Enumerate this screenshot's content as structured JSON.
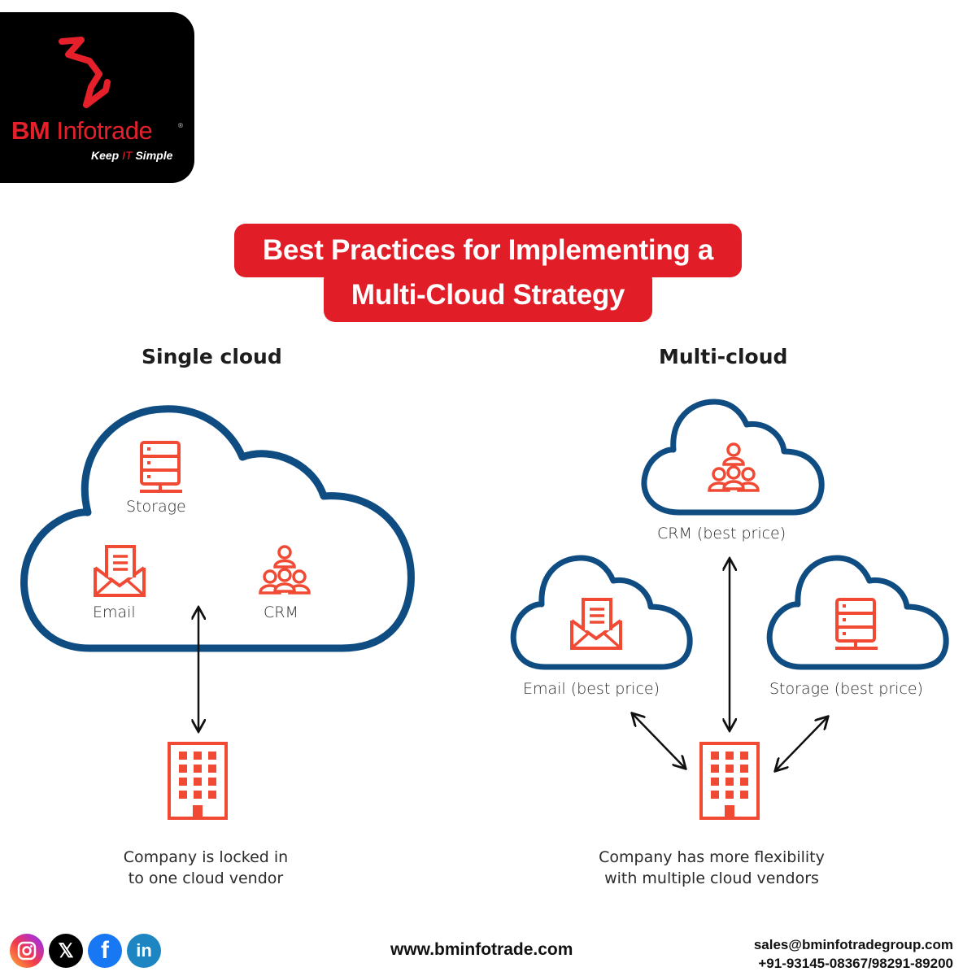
{
  "brand": {
    "name_bold": "BM",
    "name_rest": " Infotrade",
    "registered": "®",
    "tagline_pre": "Keep ",
    "tagline_it": "IT",
    "tagline_post": " Simple",
    "accent_color": "#e5202a"
  },
  "title": {
    "line1": "Best Practices for Implementing a",
    "line2": "Multi-Cloud Strategy",
    "background": "#e11d27"
  },
  "single_cloud": {
    "heading": "Single cloud",
    "services": [
      {
        "label": "Storage",
        "icon": "server-icon"
      },
      {
        "label": "Email",
        "icon": "email-icon"
      },
      {
        "label": "CRM",
        "icon": "people-icon"
      }
    ],
    "caption_line1": "Company is locked in",
    "caption_line2": "to one cloud vendor"
  },
  "multi_cloud": {
    "heading": "Multi-cloud",
    "clouds": [
      {
        "label": "CRM (best price)",
        "icon": "people-icon"
      },
      {
        "label": "Email (best price)",
        "icon": "email-icon"
      },
      {
        "label": "Storage (best price)",
        "icon": "server-icon"
      }
    ],
    "caption_line1": "Company has more flexibility",
    "caption_line2": "with multiple cloud vendors"
  },
  "colors": {
    "cloud_outline": "#0f4c81",
    "icon_orange": "#f04a34",
    "arrow": "#111111"
  },
  "footer": {
    "social": [
      "instagram",
      "x",
      "facebook",
      "linkedin"
    ],
    "social_glyphs": {
      "x": "𝕏",
      "facebook": "f",
      "linkedin": "in"
    },
    "website": "www.bminfotrade.com",
    "email": "sales@bminfotradegroup.com",
    "phone": "+91-93145-08367/98291-89200"
  }
}
